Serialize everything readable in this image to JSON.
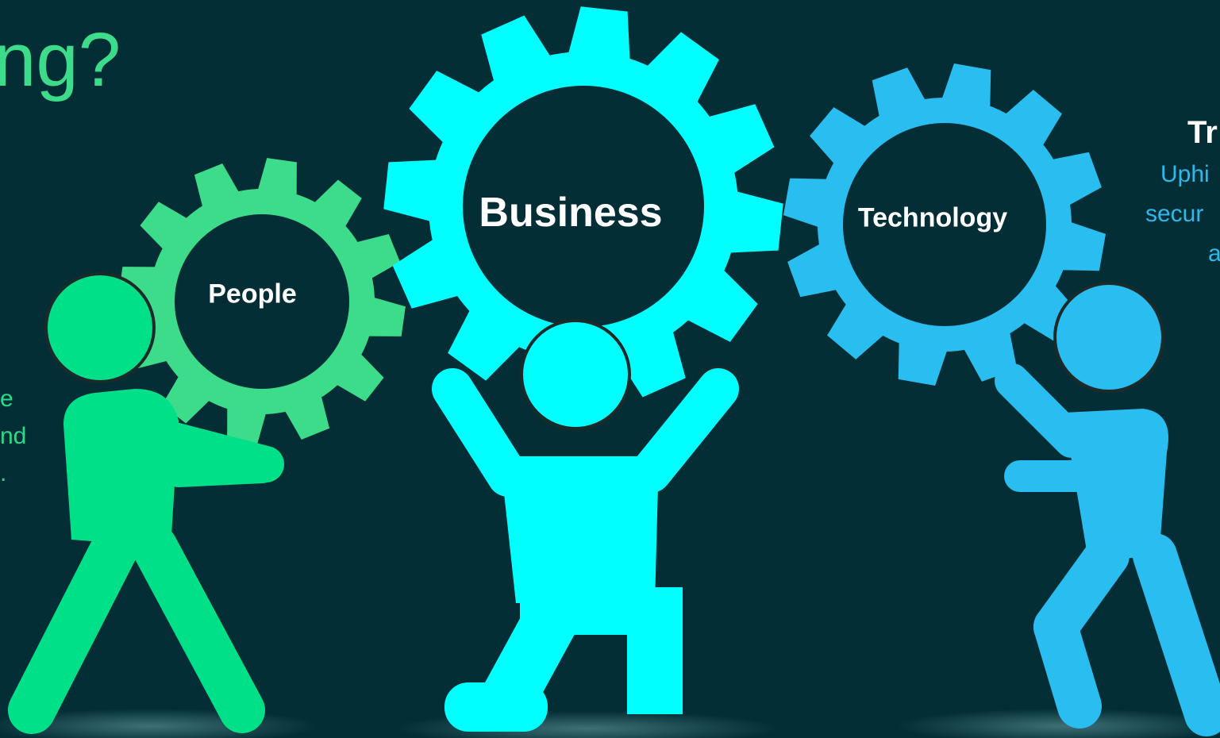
{
  "slide": {
    "title_fragment": "ng?",
    "gears": {
      "people": "People",
      "business": "Business",
      "technology": "Technology"
    },
    "left_text_fragments": [
      "e",
      "nd",
      "."
    ],
    "right_heading_fragment": "Tr",
    "right_text_fragments": [
      "Uphi",
      "secur",
      "a"
    ]
  },
  "colors": {
    "background": "#032e35",
    "people": "#3ddc8a",
    "business": "#00ffff",
    "technology": "#29bdf0"
  },
  "icons": [
    "gear-icon",
    "person-pushing-icon",
    "person-lifting-icon"
  ]
}
